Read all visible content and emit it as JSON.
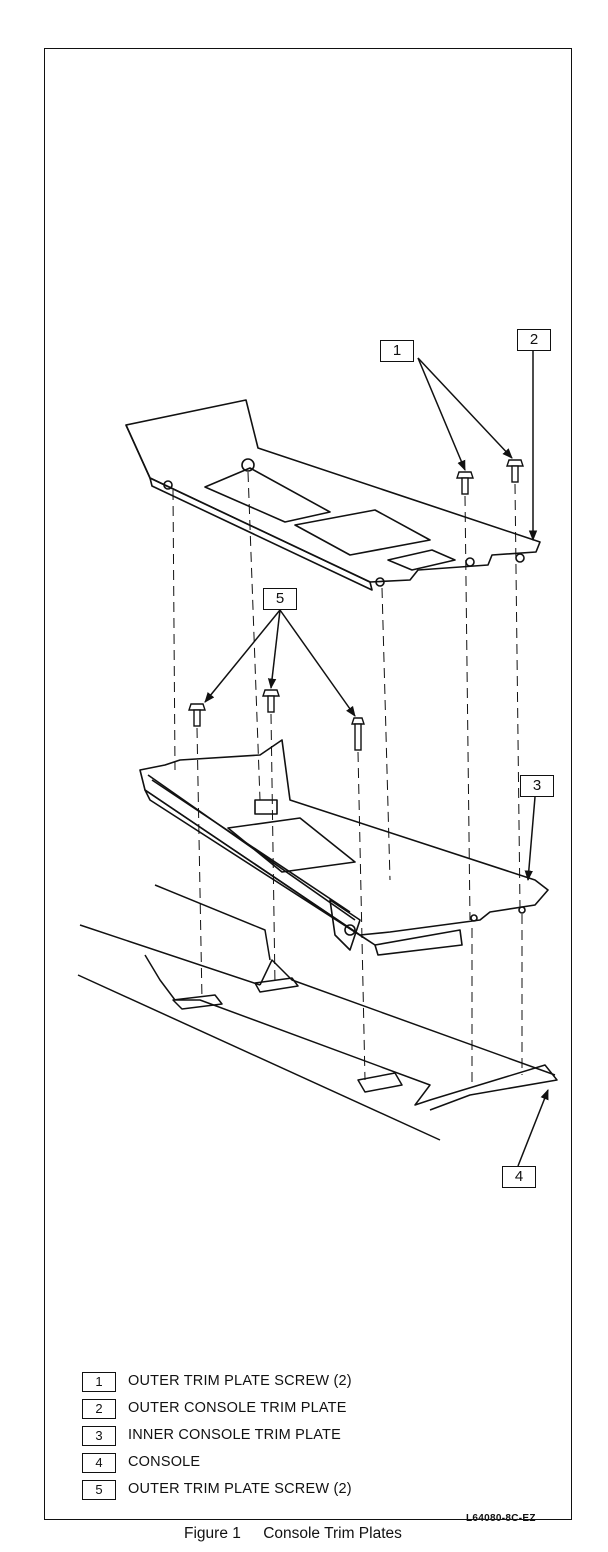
{
  "callouts": {
    "c1": "1",
    "c2": "2",
    "c3": "3",
    "c4": "4",
    "c5": "5"
  },
  "legend": [
    {
      "num": "1",
      "text": "OUTER TRIM PLATE SCREW (2)"
    },
    {
      "num": "2",
      "text": "OUTER CONSOLE TRIM PLATE"
    },
    {
      "num": "3",
      "text": "INNER CONSOLE TRIM PLATE"
    },
    {
      "num": "4",
      "text": "CONSOLE"
    },
    {
      "num": "5",
      "text": "OUTER TRIM PLATE SCREW (2)"
    }
  ],
  "drawing_code": "L64080-8C-EZ",
  "caption": {
    "figure": "Figure 1",
    "title": "Console Trim Plates"
  }
}
